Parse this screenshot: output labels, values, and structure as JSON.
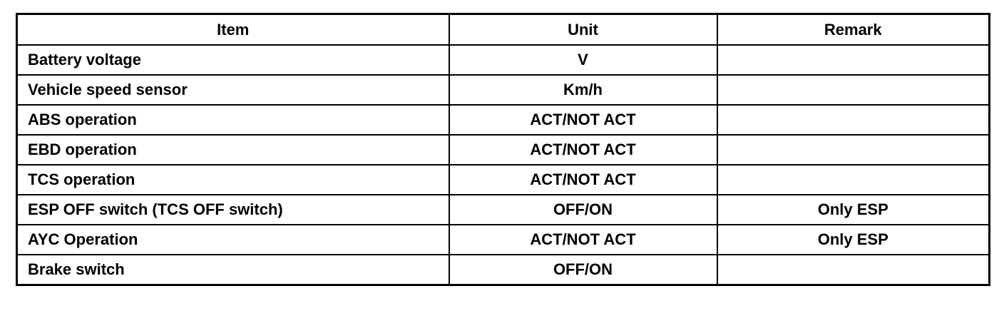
{
  "table": {
    "headers": [
      "Item",
      "Unit",
      "Remark"
    ],
    "rows": [
      {
        "item": "Battery voltage",
        "unit": "V",
        "remark": ""
      },
      {
        "item": "Vehicle speed sensor",
        "unit": "Km/h",
        "remark": ""
      },
      {
        "item": "ABS operation",
        "unit": "ACT/NOT ACT",
        "remark": ""
      },
      {
        "item": "EBD operation",
        "unit": "ACT/NOT ACT",
        "remark": ""
      },
      {
        "item": "TCS operation",
        "unit": "ACT/NOT ACT",
        "remark": ""
      },
      {
        "item": "ESP OFF switch (TCS OFF switch)",
        "unit": "OFF/ON",
        "remark": "Only ESP"
      },
      {
        "item": "AYC Operation",
        "unit": "ACT/NOT ACT",
        "remark": "Only ESP"
      },
      {
        "item": "Brake switch",
        "unit": "OFF/ON",
        "remark": ""
      }
    ]
  }
}
